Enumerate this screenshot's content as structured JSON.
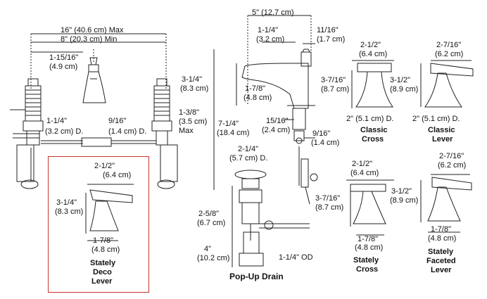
{
  "dimensions": {
    "spread_max": "16\" (40.6 cm) Max",
    "spread_min": "8\" (20.3 cm) Min",
    "spout_reach": "5\" (12.7 cm)",
    "spout_a_in": "1-1/4\"",
    "spout_a_cm": "(3.2 cm)",
    "spout_b_in": "11/16\"",
    "spout_b_cm": "(1.7 cm)",
    "handle_h_in": "1-15/16\"",
    "handle_h_cm": "(4.9 cm)",
    "spout_h_in": "3-1/4\"",
    "spout_h_cm": "(8.3 cm)",
    "spout_base_in": "1-7/8\"",
    "spout_base_cm": "(4.8 cm)",
    "shank_d_in": "1-1/4\"",
    "shank_d_cm": "(3.2 cm) D.",
    "conn_in": "9/16\"",
    "conn_cm": "(1.4 cm) D.",
    "deck_max_in": "1-3/8\"",
    "deck_max_cm": "(3.5 cm)",
    "deck_max": "Max",
    "overall_h_in": "7-1/4\"",
    "overall_h_cm": "(18.4 cm)",
    "spout_shank_in": "15/16\"",
    "spout_shank_cm": "(2.4 cm)",
    "spout_tail_in": "9/16\"",
    "spout_tail_cm": "(1.4 cm)",
    "drain_d_in": "2-1/4\"",
    "drain_d_cm": "(5.7 cm) D.",
    "drain_a_in": "2-5/8\"",
    "drain_a_cm": "(6.7 cm)",
    "drain_b_in": "4\"",
    "drain_b_cm": "(10.2 cm)",
    "drain_od": "1-1/4\" OD"
  },
  "handles": {
    "classic_cross": {
      "w_in": "2-1/2\"",
      "w_cm": "(6.4 cm)",
      "h_in": "3-7/16\"",
      "h_cm": "(8.7 cm)",
      "base": "2\" (5.1 cm) D.",
      "name_1": "Classic",
      "name_2": "Cross"
    },
    "classic_lever": {
      "w_in": "2-7/16\"",
      "w_cm": "(6.2 cm)",
      "h_in": "3-1/2\"",
      "h_cm": "(8.9 cm)",
      "base": "2\" (5.1 cm) D.",
      "name_1": "Classic",
      "name_2": "Lever"
    },
    "stately_deco_lever": {
      "w_in": "2-1/2\"",
      "w_cm": "(6.4 cm)",
      "h_in": "3-1/4\"",
      "h_cm": "(8.3 cm)",
      "base_in": "1-7/8\"",
      "base_cm": "(4.8 cm)",
      "name_1": "Stately",
      "name_2": "Deco",
      "name_3": "Lever"
    },
    "stately_cross": {
      "w_in": "2-1/2\"",
      "w_cm": "(6.4 cm)",
      "h_in": "3-7/16\"",
      "h_cm": "(8.7 cm)",
      "base_in": "1-7/8\"",
      "base_cm": "(4.8 cm)",
      "name_1": "Stately",
      "name_2": "Cross"
    },
    "stately_faceted_lever": {
      "w_in": "2-7/16\"",
      "w_cm": "(6.2 cm)",
      "h_in": "3-1/2\"",
      "h_cm": "(8.9 cm)",
      "base_in": "1-7/8\"",
      "base_cm": "(4.8 cm)",
      "name_1": "Stately",
      "name_2": "Faceted",
      "name_3": "Lever"
    }
  },
  "drain_label": "Pop-Up Drain",
  "highlight_color": "#c8322d"
}
